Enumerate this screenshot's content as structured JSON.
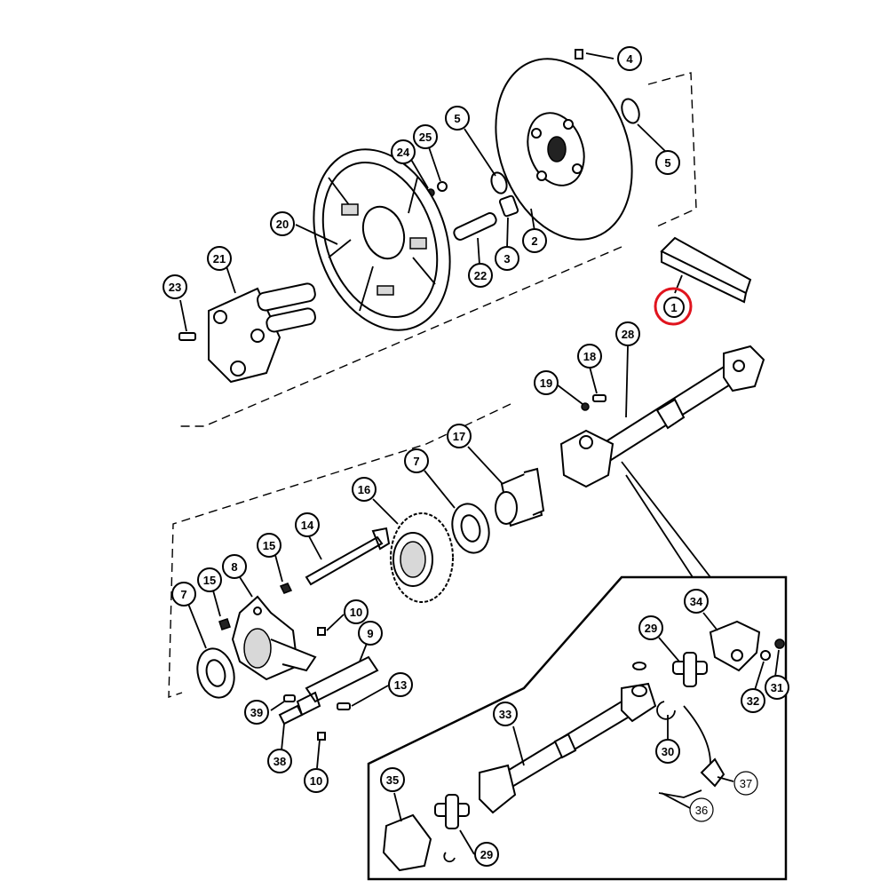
{
  "diagram": {
    "callouts": [
      "4",
      "5",
      "5",
      "24",
      "25",
      "20",
      "2",
      "3",
      "22",
      "21",
      "23",
      "1",
      "28",
      "18",
      "19",
      "17",
      "7",
      "16",
      "14",
      "15",
      "8",
      "15",
      "7",
      "10",
      "9",
      "13",
      "39",
      "38",
      "10",
      "34",
      "29",
      "32",
      "31",
      "33",
      "30",
      "35",
      "29",
      "37",
      "36"
    ],
    "highlighted_callout": "1",
    "highlight_color": "#e0141e"
  }
}
